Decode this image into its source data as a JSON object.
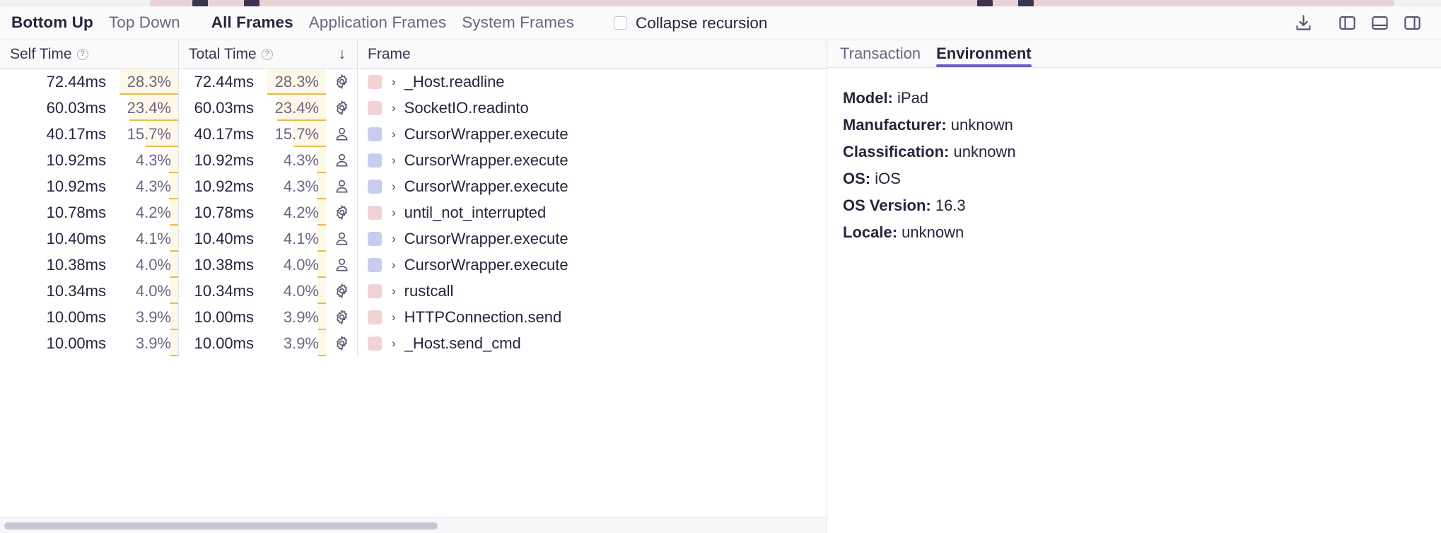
{
  "toolbar": {
    "tabs": [
      {
        "label": "Bottom Up",
        "active": true
      },
      {
        "label": "Top Down",
        "active": false
      },
      {
        "label": "All Frames",
        "active": true
      },
      {
        "label": "Application Frames",
        "active": false
      },
      {
        "label": "System Frames",
        "active": false
      }
    ],
    "collapse_recursion_label": "Collapse recursion",
    "collapse_recursion_checked": false,
    "icons": [
      "download-icon",
      "layout-left-panel-icon",
      "layout-bottom-panel-icon",
      "layout-right-panel-icon"
    ]
  },
  "table": {
    "columns": {
      "self_time": "Self Time",
      "total_time": "Total Time",
      "frame": "Frame",
      "sort_indicator": "↓",
      "help_glyph": "?"
    },
    "rows": [
      {
        "self_ms": "72.44ms",
        "self_pct": "28.3%",
        "self_pct_value": 28.3,
        "total_ms": "72.44ms",
        "total_pct": "28.3%",
        "total_pct_value": 28.3,
        "kind": "system",
        "icon": "gear-icon",
        "swatch": "#f2d3d5",
        "frame": "_Host.readline"
      },
      {
        "self_ms": "60.03ms",
        "self_pct": "23.4%",
        "self_pct_value": 23.4,
        "total_ms": "60.03ms",
        "total_pct": "23.4%",
        "total_pct_value": 23.4,
        "kind": "system",
        "icon": "gear-icon",
        "swatch": "#f2d3d5",
        "frame": "SocketIO.readinto"
      },
      {
        "self_ms": "40.17ms",
        "self_pct": "15.7%",
        "self_pct_value": 15.7,
        "total_ms": "40.17ms",
        "total_pct": "15.7%",
        "total_pct_value": 15.7,
        "kind": "application",
        "icon": "person-icon",
        "swatch": "#c8cdf0",
        "frame": "CursorWrapper.execute"
      },
      {
        "self_ms": "10.92ms",
        "self_pct": "4.3%",
        "self_pct_value": 4.3,
        "total_ms": "10.92ms",
        "total_pct": "4.3%",
        "total_pct_value": 4.3,
        "kind": "application",
        "icon": "person-icon",
        "swatch": "#c8cdf0",
        "frame": "CursorWrapper.execute"
      },
      {
        "self_ms": "10.92ms",
        "self_pct": "4.3%",
        "self_pct_value": 4.3,
        "total_ms": "10.92ms",
        "total_pct": "4.3%",
        "total_pct_value": 4.3,
        "kind": "application",
        "icon": "person-icon",
        "swatch": "#c8cdf0",
        "frame": "CursorWrapper.execute"
      },
      {
        "self_ms": "10.78ms",
        "self_pct": "4.2%",
        "self_pct_value": 4.2,
        "total_ms": "10.78ms",
        "total_pct": "4.2%",
        "total_pct_value": 4.2,
        "kind": "system",
        "icon": "gear-icon",
        "swatch": "#f2d3d5",
        "frame": "until_not_interrupted"
      },
      {
        "self_ms": "10.40ms",
        "self_pct": "4.1%",
        "self_pct_value": 4.1,
        "total_ms": "10.40ms",
        "total_pct": "4.1%",
        "total_pct_value": 4.1,
        "kind": "application",
        "icon": "person-icon",
        "swatch": "#c8cdf0",
        "frame": "CursorWrapper.execute"
      },
      {
        "self_ms": "10.38ms",
        "self_pct": "4.0%",
        "self_pct_value": 4.0,
        "total_ms": "10.38ms",
        "total_pct": "4.0%",
        "total_pct_value": 4.0,
        "kind": "application",
        "icon": "person-icon",
        "swatch": "#c8cdf0",
        "frame": "CursorWrapper.execute"
      },
      {
        "self_ms": "10.34ms",
        "self_pct": "4.0%",
        "self_pct_value": 4.0,
        "total_ms": "10.34ms",
        "total_pct": "4.0%",
        "total_pct_value": 4.0,
        "kind": "system",
        "icon": "gear-icon",
        "swatch": "#f2d3d5",
        "frame": "rustcall"
      },
      {
        "self_ms": "10.00ms",
        "self_pct": "3.9%",
        "self_pct_value": 3.9,
        "total_ms": "10.00ms",
        "total_pct": "3.9%",
        "total_pct_value": 3.9,
        "kind": "system",
        "icon": "gear-icon",
        "swatch": "#f2d3d5",
        "frame": "HTTPConnection.send"
      },
      {
        "self_ms": "10.00ms",
        "self_pct": "3.9%",
        "self_pct_value": 3.9,
        "total_ms": "10.00ms",
        "total_pct": "3.9%",
        "total_pct_value": 3.9,
        "kind": "system",
        "icon": "gear-icon",
        "swatch": "#f2d3d5",
        "frame": "_Host.send_cmd"
      }
    ],
    "expand_chevron": "›"
  },
  "details": {
    "tabs": [
      {
        "label": "Transaction",
        "active": false
      },
      {
        "label": "Environment",
        "active": true
      }
    ],
    "fields": [
      {
        "key": "Model:",
        "value": "iPad"
      },
      {
        "key": "Manufacturer:",
        "value": "unknown"
      },
      {
        "key": "Classification:",
        "value": "unknown"
      },
      {
        "key": "OS:",
        "value": "iOS"
      },
      {
        "key": "OS Version:",
        "value": "16.3"
      },
      {
        "key": "Locale:",
        "value": "unknown"
      }
    ]
  },
  "colors": {
    "accent": "#6c5fc7",
    "pct_bar": "#e7bc4b",
    "pct_bg": "#fdf8e7",
    "system_swatch": "#f2d3d5",
    "application_swatch": "#c8cdf0",
    "flame_strip": "#e8d2d8"
  }
}
